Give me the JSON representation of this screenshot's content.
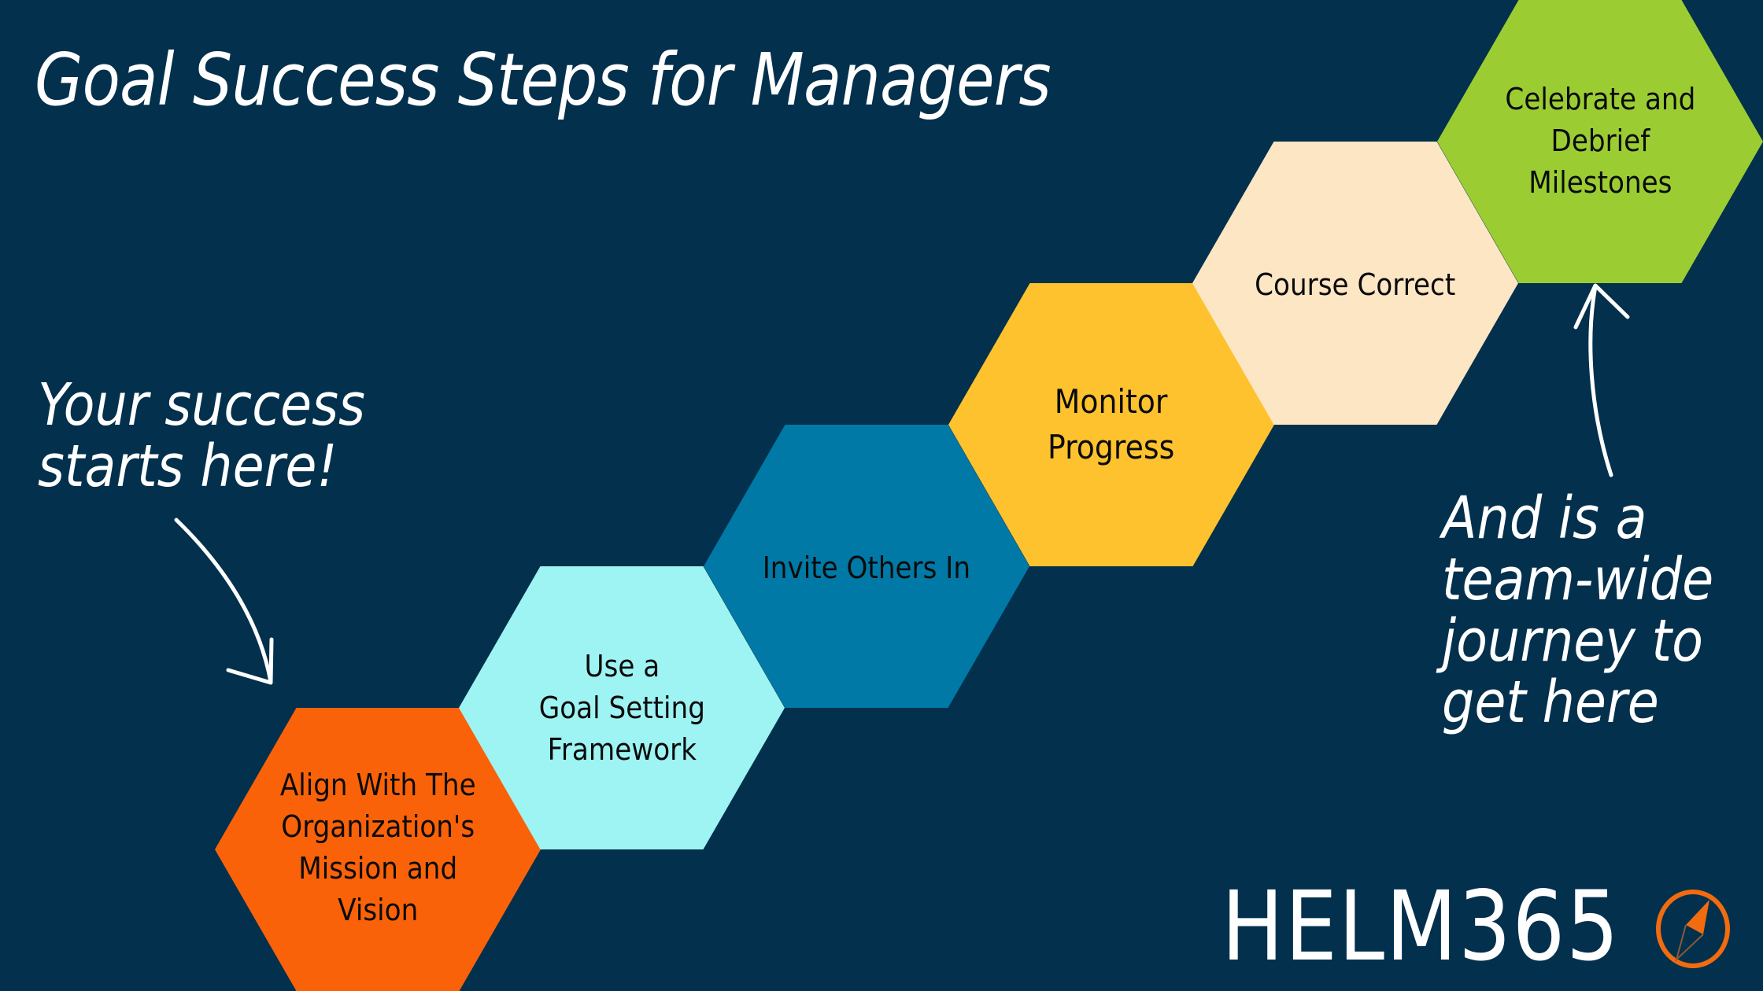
{
  "title": "Goal Success Steps for Managers",
  "callouts": {
    "start": {
      "lines": [
        "Your success",
        "starts here!"
      ]
    },
    "team": {
      "lines": [
        "And is a",
        "team-wide",
        "journey to",
        "get here"
      ]
    }
  },
  "steps": [
    {
      "order": 1,
      "lines": [
        "Align With The",
        "Organization's",
        "Mission and",
        "Vision"
      ],
      "color": "#fa6209"
    },
    {
      "order": 2,
      "lines": [
        "Use a",
        "Goal Setting",
        "Framework"
      ],
      "color": "#9ef4f3"
    },
    {
      "order": 3,
      "lines": [
        "Invite Others In"
      ],
      "color": "#0079a6"
    },
    {
      "order": 4,
      "lines": [
        "Monitor",
        "Progress"
      ],
      "color": "#fdc22d"
    },
    {
      "order": 5,
      "lines": [
        "Course Correct"
      ],
      "color": "#fde6c4"
    },
    {
      "order": 6,
      "lines": [
        "Celebrate and",
        "Debrief",
        "Milestones"
      ],
      "color": "#9bcd33"
    }
  ],
  "logo": {
    "text": "HELM365",
    "icon": "compass-icon",
    "accent": "#f26b0f"
  },
  "colors": {
    "background": "#02304d",
    "text_light": "#ffffff",
    "text_dark": "#0b0b0b"
  }
}
